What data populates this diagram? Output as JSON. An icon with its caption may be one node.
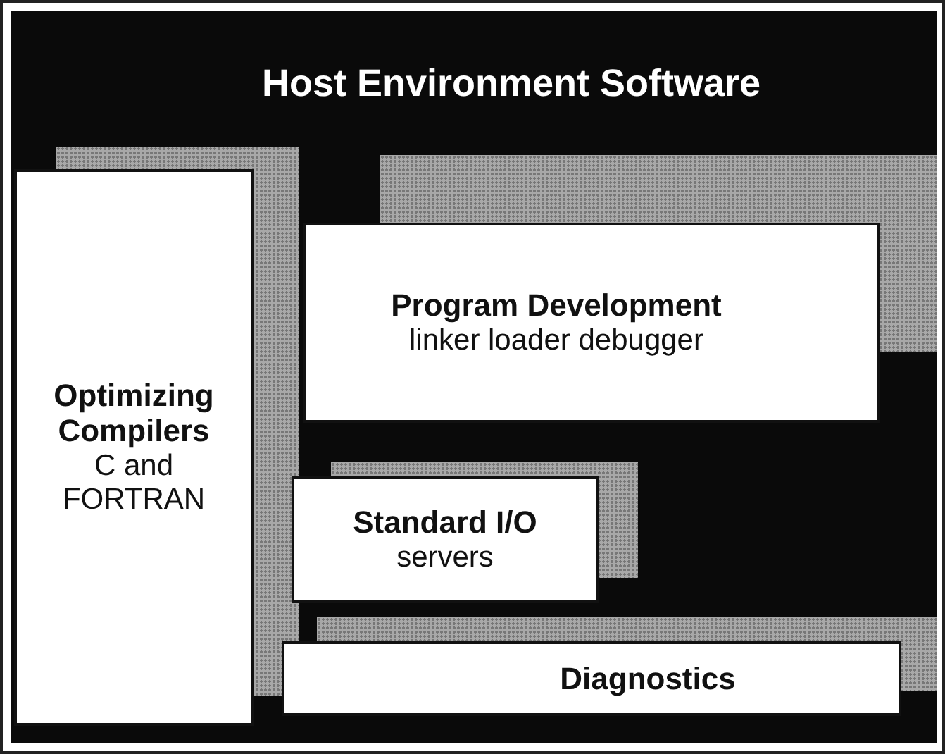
{
  "diagram": {
    "nodes": [
      {
        "text": [
          "Host Environment Software"
        ]
      },
      {
        "text": [
          "Optimizing Compilers",
          "C and FORTRAN"
        ],
        "in": 0
      },
      {
        "text": [
          "Program Development",
          "linker loader debugger"
        ],
        "in": 0
      },
      {
        "text": [
          "Standard I/O",
          "servers"
        ],
        "in": 0
      },
      {
        "text": [
          "Diagnostics"
        ],
        "in": 0
      }
    ]
  }
}
